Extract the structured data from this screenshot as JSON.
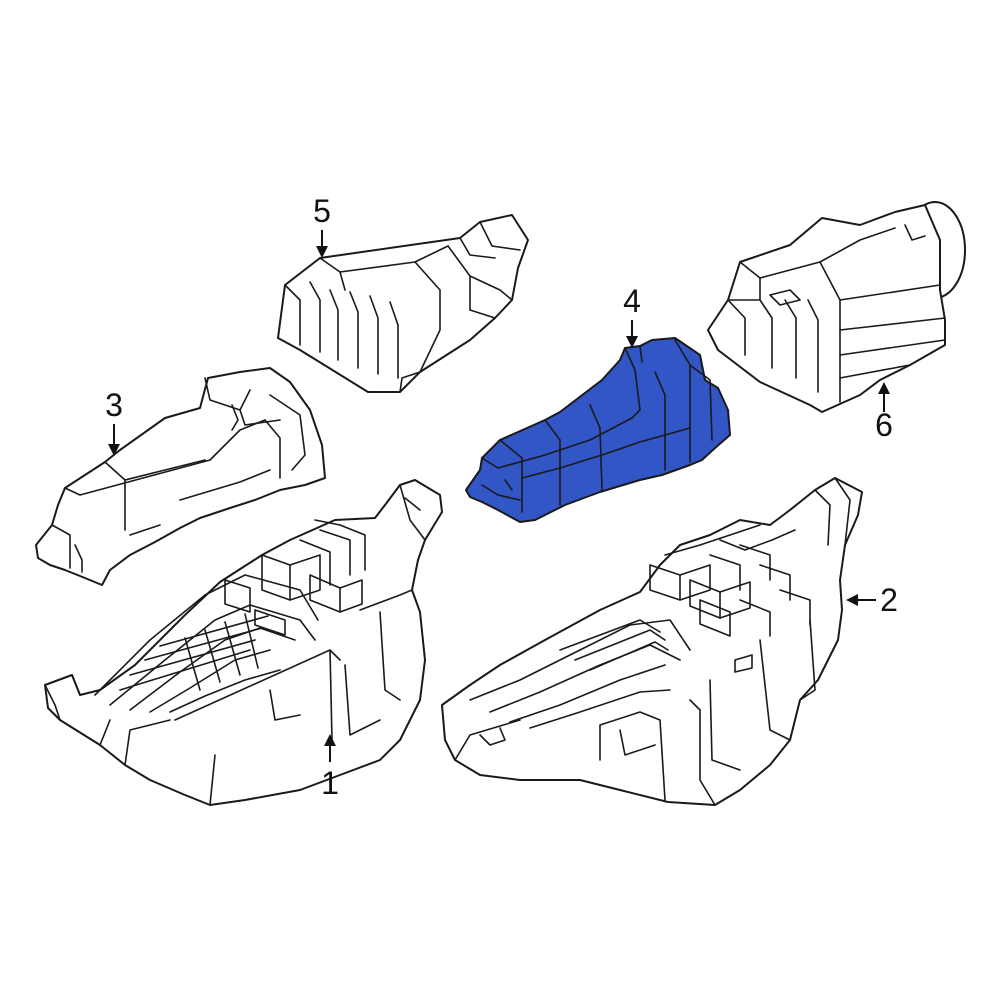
{
  "colors": {
    "highlight": "#3356c6",
    "line": "#1a1a1a",
    "background": "#ffffff"
  },
  "callouts": [
    {
      "id": "1",
      "label": "1"
    },
    {
      "id": "2",
      "label": "2"
    },
    {
      "id": "3",
      "label": "3"
    },
    {
      "id": "4",
      "label": "4"
    },
    {
      "id": "5",
      "label": "5"
    },
    {
      "id": "6",
      "label": "6"
    }
  ],
  "highlighted_part": "4"
}
